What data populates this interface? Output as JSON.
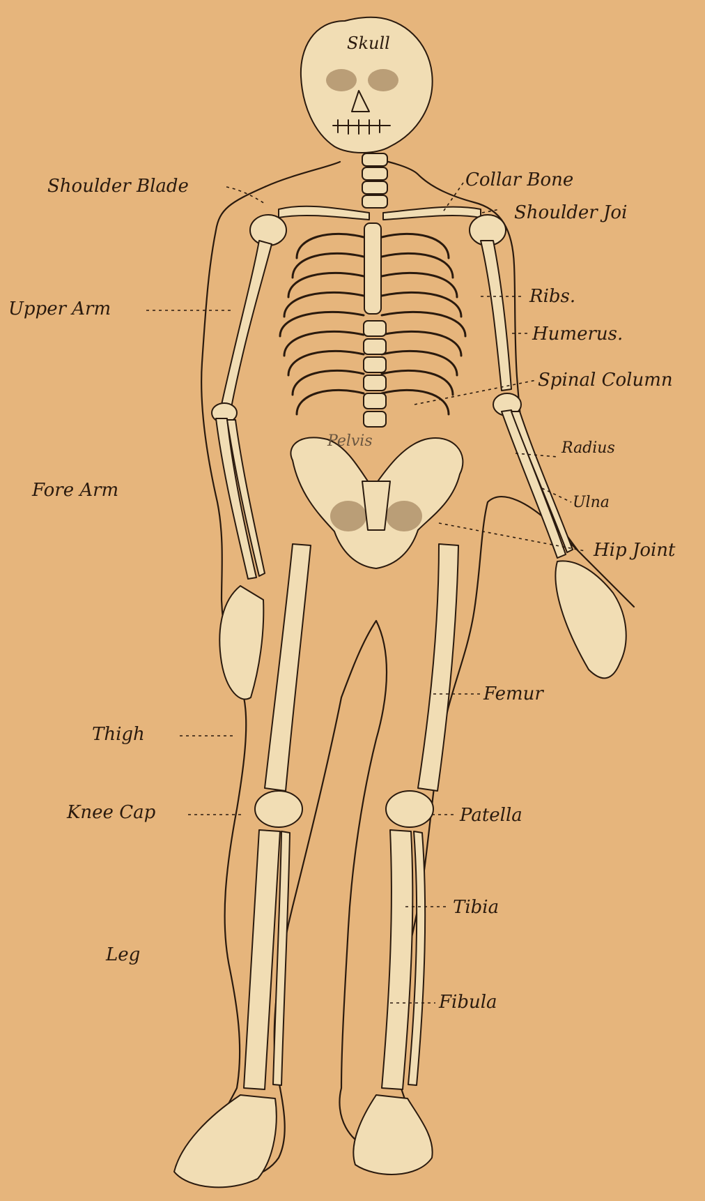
{
  "labels": {
    "skull": "Skull",
    "shoulder_blade": "Shoulder Blade",
    "collar_bone": "Collar Bone",
    "shoulder_joint": "Shoulder Joi",
    "upper_arm": "Upper Arm",
    "ribs": "Ribs.",
    "humerus": "Humerus.",
    "spinal_column": "Spinal Column",
    "pelvis": "Pelvis",
    "radius": "Radius",
    "fore_arm": "Fore Arm",
    "ulna": "Ulna",
    "hip_joint": "Hip Joint",
    "femur": "Femur",
    "thigh": "Thigh",
    "knee_cap": "Knee Cap",
    "patella": "Patella",
    "tibia": "Tibia",
    "leg": "Leg",
    "fibula": "Fibula"
  },
  "colors": {
    "paper": "#e6b57c",
    "ink": "#2a1a0e",
    "bone": "#f1ddb4"
  }
}
